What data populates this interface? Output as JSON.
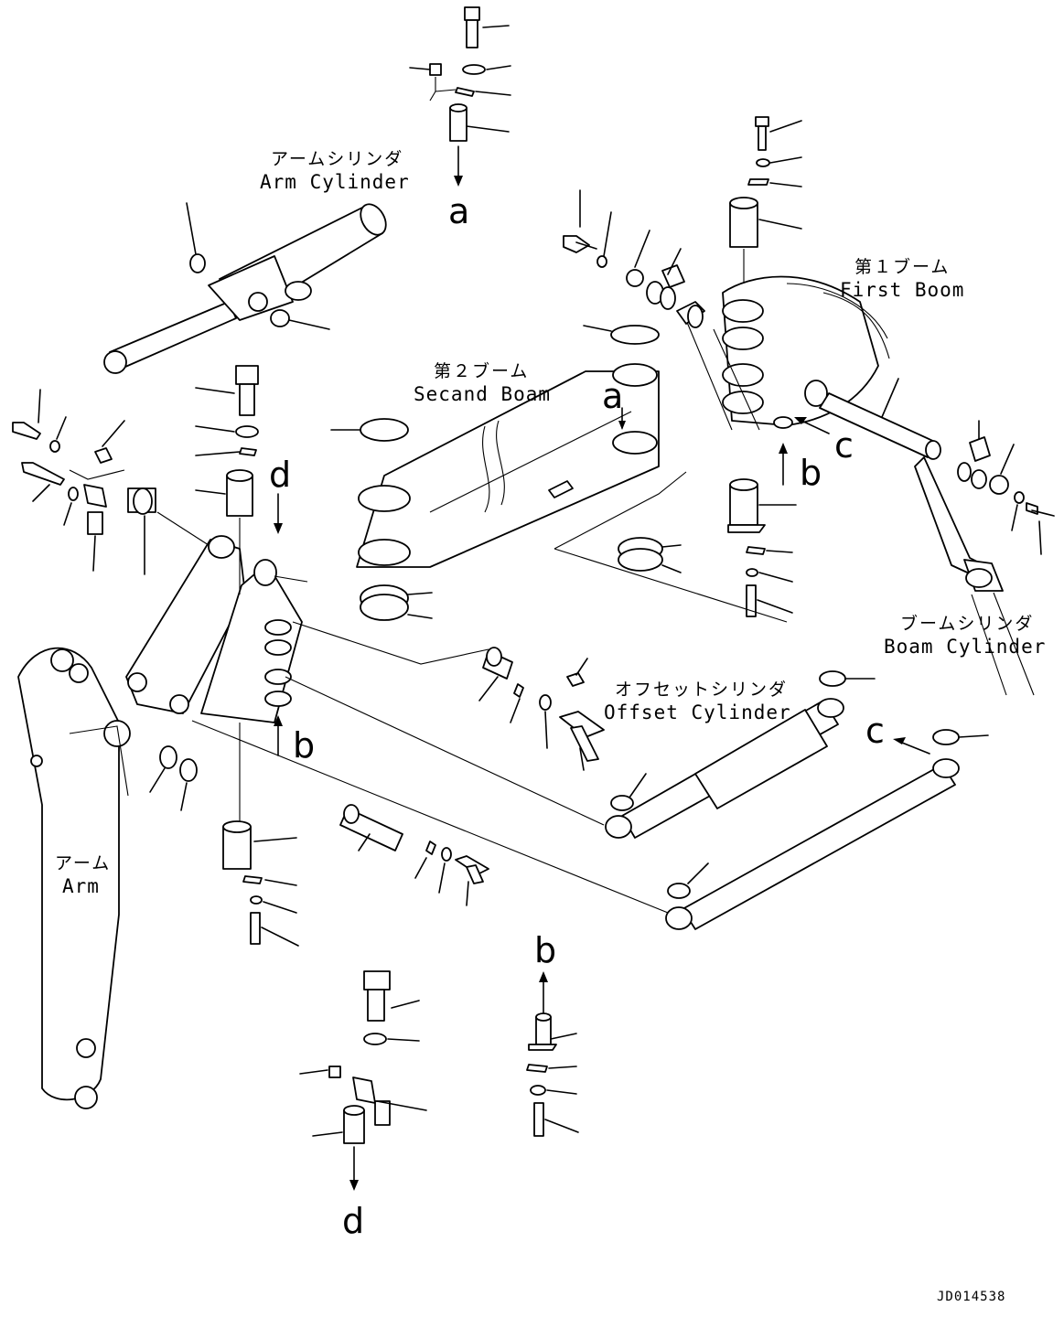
{
  "labels": {
    "arm_cylinder_jp": "アームシリンダ",
    "arm_cylinder_en": "Arm Cylinder",
    "first_boom_jp": "第１ブーム",
    "first_boom_en": "First Boom",
    "second_boom_jp": "第２ブーム",
    "second_boom_en": "Secand Boam",
    "boom_cylinder_jp": "ブームシリンダ",
    "boom_cylinder_en": "Boam Cylinder",
    "offset_cylinder_jp": "オフセットシリンダ",
    "offset_cylinder_en": "Offset Cylinder",
    "arm_jp": "アーム",
    "arm_en": "Arm"
  },
  "refs": {
    "a": "a",
    "b": "b",
    "c": "c",
    "d": "d"
  },
  "drawing_code": "JD014538"
}
